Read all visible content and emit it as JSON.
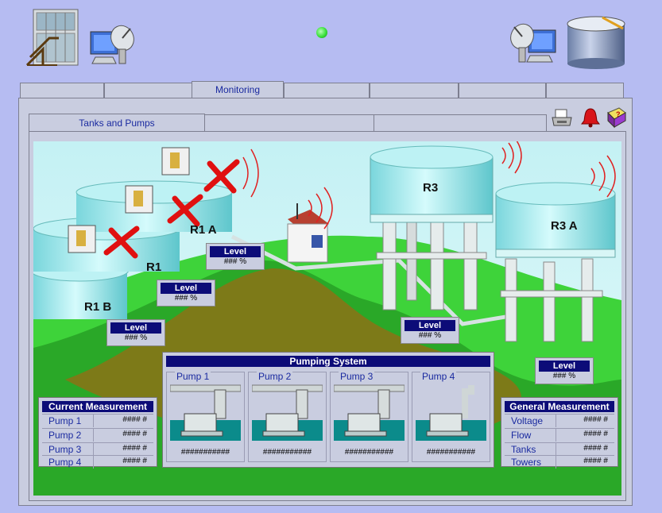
{
  "header": {
    "status_led_color": "#39e03a",
    "left_icons": [
      "building-icon",
      "antenna-dish-icon"
    ],
    "right_icons": [
      "antenna-dish-icon",
      "storage-tank-icon"
    ]
  },
  "main_tabs": [
    "",
    "",
    "Monitoring",
    "",
    "",
    "",
    ""
  ],
  "sub_tabs": [
    "Tanks and Pumps",
    "",
    ""
  ],
  "toolbar_icons": [
    "printer-icon",
    "alarm-bell-icon",
    "help-book-icon"
  ],
  "tanks": {
    "r1b": {
      "name": "R1 B",
      "level_label": "Level",
      "level_value": "### %"
    },
    "r1": {
      "name": "R1",
      "level_label": "Level",
      "level_value": "### %"
    },
    "r1a": {
      "name": "R1 A",
      "level_label": "Level",
      "level_value": "### %"
    },
    "r3": {
      "name": "R3",
      "level_label": "Level",
      "level_value": "### %"
    },
    "r3a": {
      "name": "R3 A",
      "level_label": "Level",
      "level_value": "### %"
    }
  },
  "pumping_system": {
    "title": "Pumping System",
    "pumps": [
      {
        "label": "Pump 1",
        "value": "###########"
      },
      {
        "label": "Pump 2",
        "value": "###########"
      },
      {
        "label": "Pump 3",
        "value": "###########"
      },
      {
        "label": "Pump 4",
        "value": "###########"
      }
    ]
  },
  "current_measurement": {
    "title": "Current Measurement",
    "rows": [
      {
        "label": "Pump 1",
        "value": "#### #"
      },
      {
        "label": "Pump 2",
        "value": "#### #"
      },
      {
        "label": "Pump 3",
        "value": "#### #"
      },
      {
        "label": "Pump 4",
        "value": "#### #"
      }
    ]
  },
  "general_measurement": {
    "title": "General Measurement",
    "rows": [
      {
        "label": "Voltage",
        "value": "#### #"
      },
      {
        "label": "Flow",
        "value": "#### #"
      },
      {
        "label": "Tanks",
        "value": "#### #"
      },
      {
        "label": "Towers",
        "value": "#### #"
      }
    ]
  }
}
